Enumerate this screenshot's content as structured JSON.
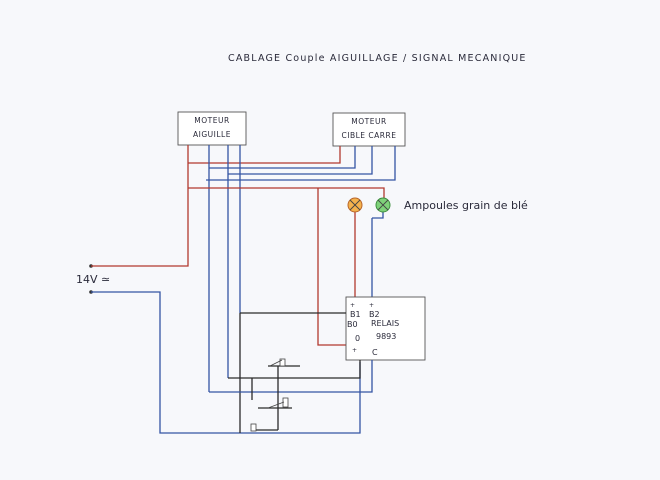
{
  "title": "CABLAGE Couple AIGUILLAGE / SIGNAL MECANIQUE",
  "boxes": {
    "motor_switch": {
      "line1": "MOTEUR",
      "line2": "AIGUILLE"
    },
    "motor_target": {
      "line1": "MOTEUR",
      "line2": "CIBLE CARRE"
    }
  },
  "lamps_label": "Ampoules grain de blé",
  "supply_label": "14V ≃",
  "relay": {
    "name": "RELAIS",
    "ref": "9893",
    "terminal_b1": "B1",
    "terminal_b2": "B2",
    "terminal_b0": "B0",
    "terminal_0": "0",
    "terminal_c": "C"
  },
  "wire_colors": {
    "red": "#b2392f",
    "blue": "#3454a4",
    "black": "#2b2b2b"
  },
  "lamp_colors": {
    "orange": "#f4b24d",
    "green": "#7fd27a"
  }
}
